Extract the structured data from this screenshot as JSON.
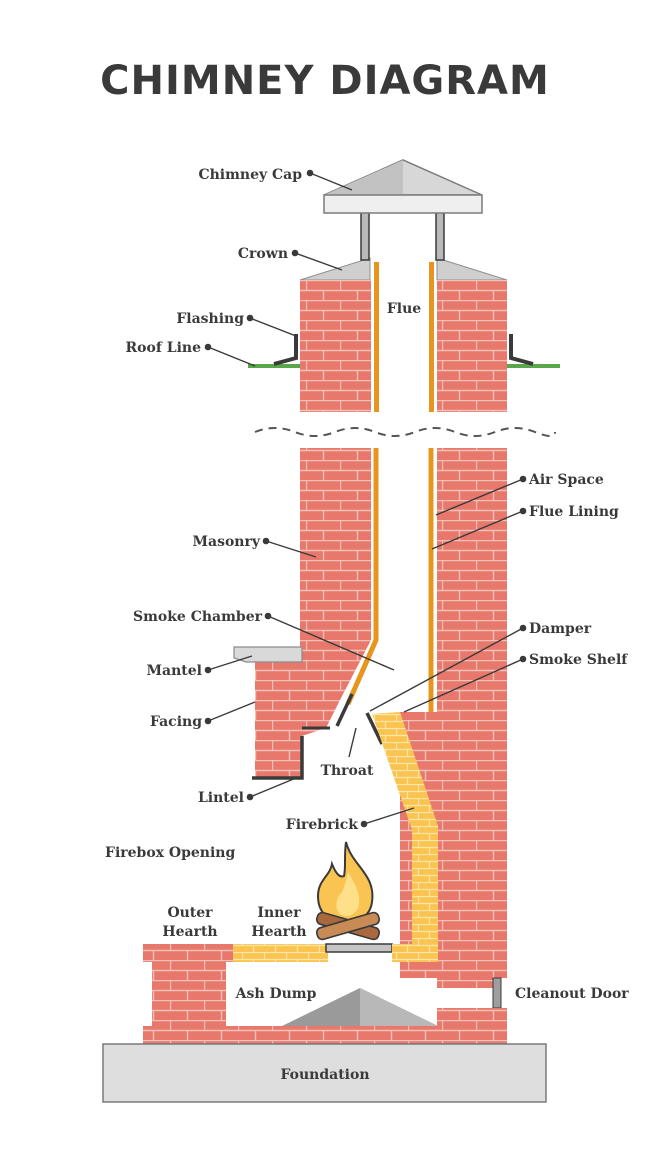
{
  "title": "CHIMNEY DIAGRAM",
  "labels": {
    "chimney_cap": "Chimney Cap",
    "crown": "Crown",
    "flue": "Flue",
    "flashing": "Flashing",
    "roof_line": "Roof Line",
    "air_space": "Air Space",
    "flue_lining": "Flue Lining",
    "masonry": "Masonry",
    "smoke_chamber": "Smoke Chamber",
    "damper": "Damper",
    "mantel": "Mantel",
    "smoke_shelf": "Smoke Shelf",
    "facing": "Facing",
    "throat": "Throat",
    "lintel": "Lintel",
    "firebrick": "Firebrick",
    "firebox_opening": "Firebox Opening",
    "outer_hearth_1": "Outer",
    "outer_hearth_2": "Hearth",
    "inner_hearth_1": "Inner",
    "inner_hearth_2": "Hearth",
    "ash_dump": "Ash Dump",
    "cleanout_door": "Cleanout Door",
    "foundation": "Foundation"
  },
  "colors": {
    "brick": "#e8776c",
    "brick_mortar": "#f2b7ae",
    "firebrick": "#f9c451",
    "flue_lining": "#e8951e",
    "metal": "#b9b9b9",
    "roof": "#5aa64a",
    "text": "#3a3a3a",
    "foundation": "#dedede"
  },
  "icons": [
    "flame-icon",
    "logs-icon"
  ]
}
